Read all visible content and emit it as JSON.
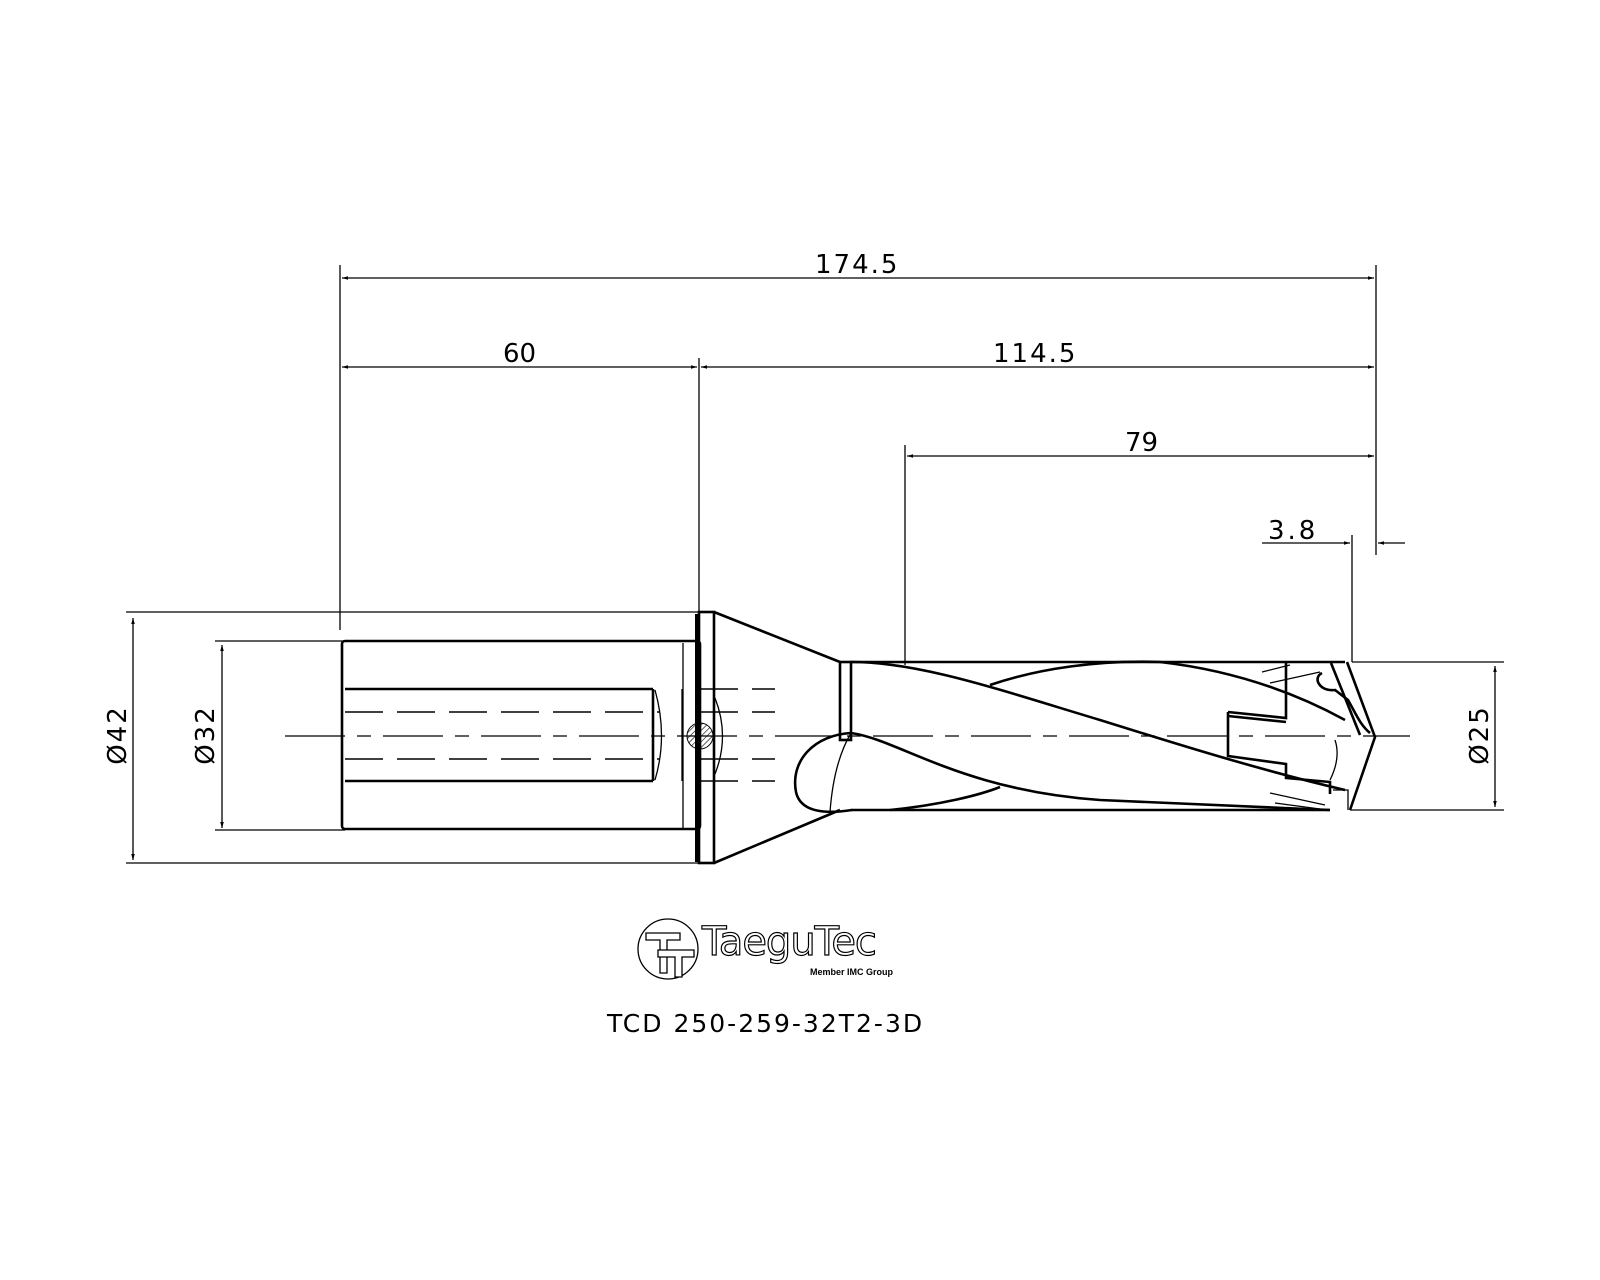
{
  "drawing": {
    "type": "technical-drawing",
    "subject": "indexable drill body side view",
    "product_code": "TCD 250-259-32T2-3D",
    "brand": {
      "name": "TaeguTec",
      "tagline": "Member IMC Group"
    },
    "dimensions": {
      "overall_length": "174.5",
      "shank_length": "60",
      "body_length": "114.5",
      "flute_length": "79",
      "tip_offset": "3.8",
      "flange_diameter": "Ø42",
      "shank_diameter": "Ø32",
      "drill_diameter": "Ø25"
    },
    "colors": {
      "line": "#000000",
      "background": "#ffffff"
    }
  }
}
